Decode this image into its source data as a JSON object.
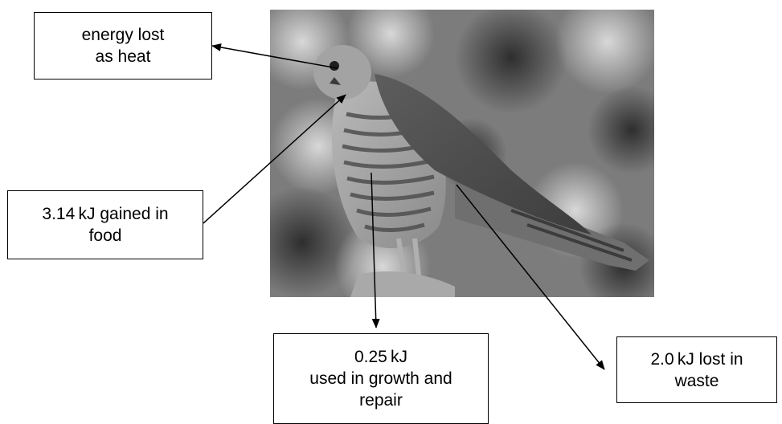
{
  "labels": {
    "heat": {
      "lines": [
        "energy lost",
        "as heat"
      ]
    },
    "food": {
      "lines": [
        "3.14 kJ gained in",
        "food"
      ]
    },
    "growth": {
      "lines": [
        "0.25 kJ",
        "used in growth and",
        "repair"
      ]
    },
    "waste": {
      "lines": [
        "2.0 kJ lost in",
        "waste"
      ]
    }
  }
}
